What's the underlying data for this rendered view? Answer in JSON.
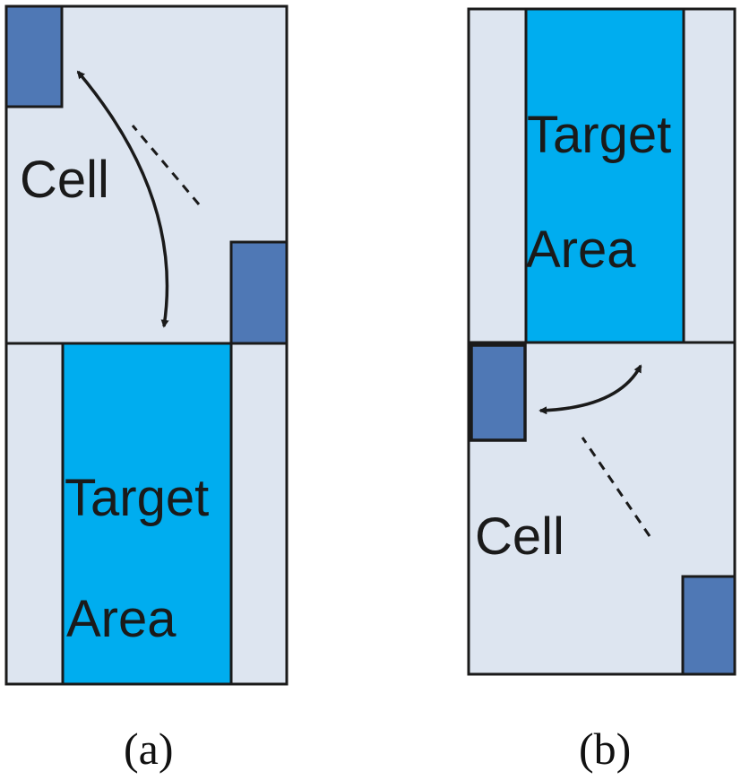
{
  "colors": {
    "cell_background": "#dde5f0",
    "target_area": "#00adef",
    "element_block": "#4f78b5",
    "outline": "#1a1a1a"
  },
  "panel_a": {
    "caption": "(a)",
    "cell_label": "Cell",
    "target_label_line1": "Target",
    "target_label_line2": "Area"
  },
  "panel_b": {
    "caption": "(b)",
    "cell_label": "Cell",
    "target_label_line1": "Target",
    "target_label_line2": "Area"
  }
}
